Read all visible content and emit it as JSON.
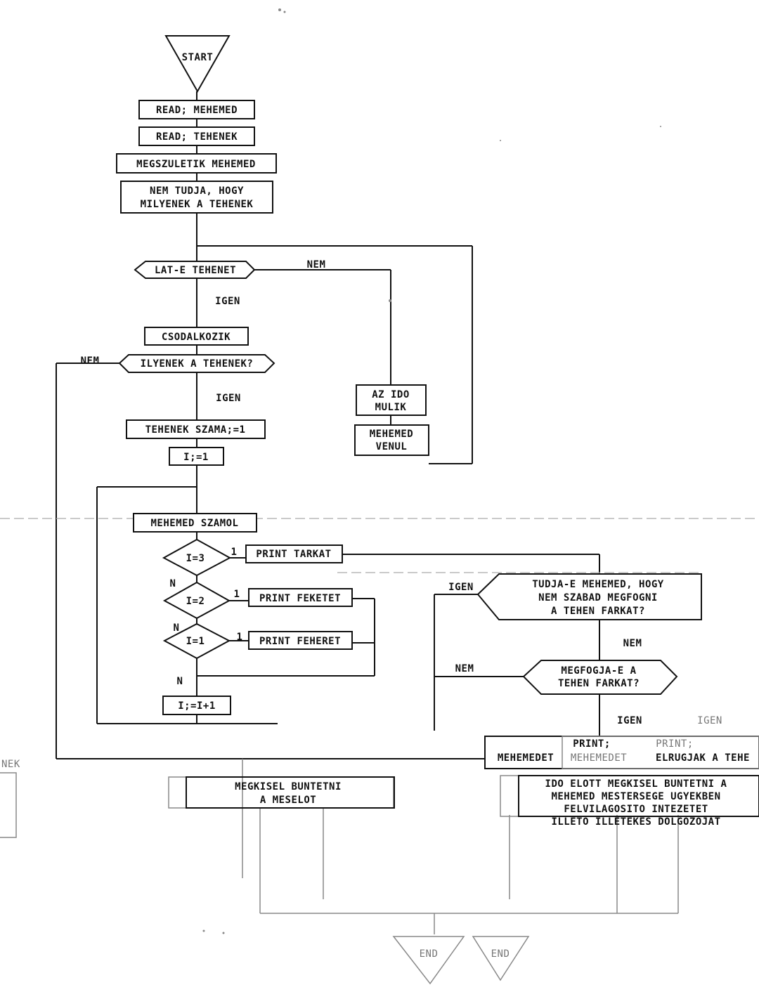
{
  "nodes": {
    "start": "START",
    "read_mehemed": "READ; MEHEMED",
    "read_tehenek": "READ; TEHENEK",
    "megszuletik": "MEGSZULETIK MEHEMED",
    "nem_tudja_1": "NEM TUDJA, HOGY",
    "nem_tudja_2": "MILYENEK A TEHENEK",
    "lat_e": "LAT-E TEHENET",
    "csodalkozik": "CSODALKOZIK",
    "ilyenek": "ILYENEK A TEHENEK?",
    "az_ido_1": "AZ IDO",
    "az_ido_2": "MULIK",
    "venul_1": "MEHEMED",
    "venul_2": "VENUL",
    "tehenek_szama": "TEHENEK SZAMA;=1",
    "i_init": "I;=1",
    "szamol": "MEHEMED SZAMOL",
    "cond_3": "I=3",
    "cond_2": "I=2",
    "cond_1": "I=1",
    "print_tarkat": "PRINT TARKAT",
    "print_feketet": "PRINT FEKETET",
    "print_feheret": "PRINT FEHERET",
    "i_inc": "I;=I+1",
    "tudja_1": "TUDJA-E MEHEMED, HOGY",
    "tudja_2": "NEM SZABAD MEGFOGNI",
    "tudja_3": "A TEHEN FARKAT?",
    "megfogja_1": "MEGFOGJA-E A",
    "megfogja_2": "TEHEN FARKAT?",
    "print_a": "PRINT;",
    "print_b": "PRINT;",
    "mehemedet_1": "MEHEMEDET",
    "mehemedet_2": "MEHEMEDET",
    "elrugjak": "ELRUGJAK A TEHE",
    "megkisel_1": "MEGKISEL BUNTETNI",
    "megkisel_2": "A MESELOT",
    "ido_elott": "IDO ELOTT MEGKISEL BUNTETNI A",
    "mehemed_ugy": "MEHEMED MESTERSEGE UGYEKBEN",
    "felvilagositas": "FELVILAGOSITO INTEZETET",
    "illeto": "ILLETO ILLETEKES DOLGOZOJAT",
    "end_1": "END",
    "end_2": "END",
    "left_edge": "NEK"
  },
  "labels": {
    "nem": "NEM",
    "igen": "IGEN",
    "n": "N",
    "one": "1"
  }
}
